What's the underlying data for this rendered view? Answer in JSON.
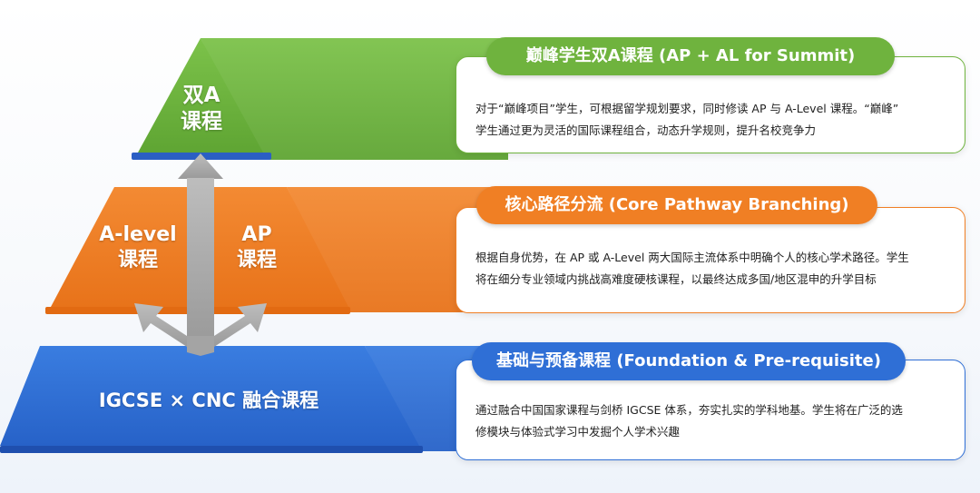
{
  "colors": {
    "green": "#6fb33e",
    "orange": "#f07f24",
    "blue": "#2f6fd6",
    "arrow_gray": "#a9a9a9"
  },
  "pyramid": {
    "top_label": [
      "双A",
      "课程"
    ],
    "middle_left_label": [
      "A-level",
      "课程"
    ],
    "middle_right_label": [
      "AP",
      "课程"
    ],
    "bottom_label": "IGCSE × CNC 融合课程"
  },
  "tiers": [
    {
      "title": "巅峰学生双A课程 (AP + AL for Summit)",
      "description_lines": [
        "对于“巅峰项目”学生，可根据留学规划要求，同时修读 AP 与 A-Level 课程。“巅峰”",
        "学生通过更为灵活的国际课程组合，动态升学规则，提升名校竞争力"
      ]
    },
    {
      "title": "核心路径分流 (Core Pathway Branching)",
      "description_lines": [
        "根据自身优势，在 AP 或 A-Level 两大国际主流体系中明确个人的核心学术路径。学生",
        "将在细分专业领域内挑战高难度硬核课程，以最终达成多国/地区混申的升学目标"
      ]
    },
    {
      "title": "基础与预备课程 (Foundation & Pre-requisite)",
      "description_lines": [
        "通过融合中国国家课程与剑桥 IGCSE 体系，夯实扎实的学科地基。学生将在广泛的选",
        "修模块与体验式学习中发掘个人学术兴趣"
      ]
    }
  ]
}
